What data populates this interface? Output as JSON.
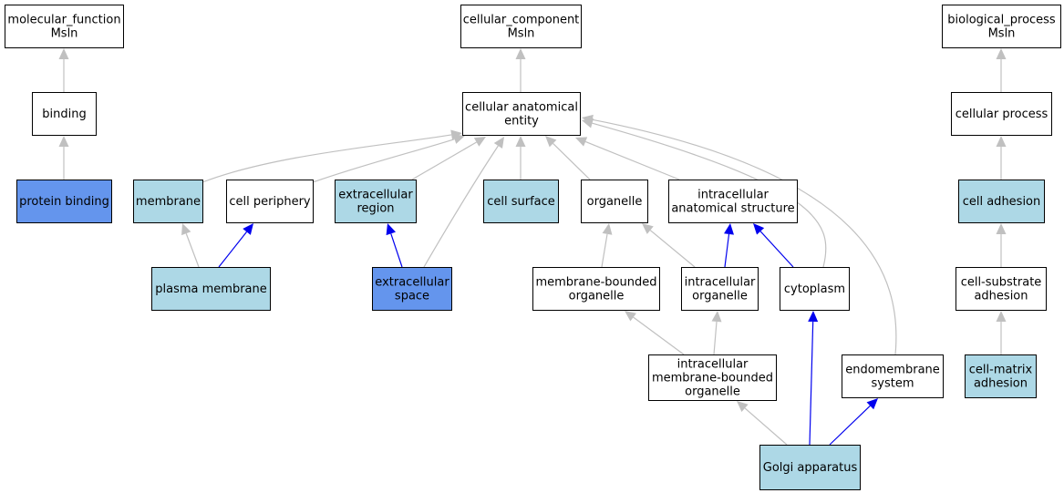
{
  "colors": {
    "white": "#ffffff",
    "light_blue": "#add8e6",
    "cornflower_blue": "#6495ed",
    "gray_edge": "#c0c0c0",
    "blue_edge": "#0000ee"
  },
  "nodes": [
    {
      "id": "molecular_function",
      "lines": [
        "molecular_function",
        "Msln"
      ],
      "fill": "white"
    },
    {
      "id": "binding",
      "lines": [
        "binding"
      ],
      "fill": "white"
    },
    {
      "id": "protein_binding",
      "lines": [
        "protein binding"
      ],
      "fill": "cornflower_blue"
    },
    {
      "id": "cellular_component",
      "lines": [
        "cellular_component",
        "Msln"
      ],
      "fill": "white"
    },
    {
      "id": "cellular_anatomical_entity",
      "lines": [
        "cellular anatomical",
        "entity"
      ],
      "fill": "white"
    },
    {
      "id": "membrane",
      "lines": [
        "membrane"
      ],
      "fill": "light_blue"
    },
    {
      "id": "cell_periphery",
      "lines": [
        "cell periphery"
      ],
      "fill": "white"
    },
    {
      "id": "extracellular_region",
      "lines": [
        "extracellular",
        "region"
      ],
      "fill": "light_blue"
    },
    {
      "id": "cell_surface",
      "lines": [
        "cell surface"
      ],
      "fill": "light_blue"
    },
    {
      "id": "organelle",
      "lines": [
        "organelle"
      ],
      "fill": "white"
    },
    {
      "id": "intracellular_anatomical_structure",
      "lines": [
        "intracellular",
        "anatomical structure"
      ],
      "fill": "white"
    },
    {
      "id": "plasma_membrane",
      "lines": [
        "plasma membrane"
      ],
      "fill": "light_blue"
    },
    {
      "id": "extracellular_space",
      "lines": [
        "extracellular",
        "space"
      ],
      "fill": "cornflower_blue"
    },
    {
      "id": "membrane_bounded_organelle",
      "lines": [
        "membrane-bounded",
        "organelle"
      ],
      "fill": "white"
    },
    {
      "id": "intracellular_organelle",
      "lines": [
        "intracellular",
        "organelle"
      ],
      "fill": "white"
    },
    {
      "id": "cytoplasm",
      "lines": [
        "cytoplasm"
      ],
      "fill": "white"
    },
    {
      "id": "intracellular_membrane_bounded_organelle",
      "lines": [
        "intracellular",
        "membrane-bounded",
        "organelle"
      ],
      "fill": "white"
    },
    {
      "id": "endomembrane_system",
      "lines": [
        "endomembrane",
        "system"
      ],
      "fill": "white"
    },
    {
      "id": "golgi_apparatus",
      "lines": [
        "Golgi apparatus"
      ],
      "fill": "light_blue"
    },
    {
      "id": "biological_process",
      "lines": [
        "biological_process",
        "Msln"
      ],
      "fill": "white"
    },
    {
      "id": "cellular_process",
      "lines": [
        "cellular process"
      ],
      "fill": "white"
    },
    {
      "id": "cell_adhesion",
      "lines": [
        "cell adhesion"
      ],
      "fill": "light_blue"
    },
    {
      "id": "cell_substrate_adhesion",
      "lines": [
        "cell-substrate",
        "adhesion"
      ],
      "fill": "white"
    },
    {
      "id": "cell_matrix_adhesion",
      "lines": [
        "cell-matrix",
        "adhesion"
      ],
      "fill": "light_blue"
    }
  ],
  "edges": [
    {
      "from": "binding",
      "to": "molecular_function",
      "color": "gray_edge"
    },
    {
      "from": "protein_binding",
      "to": "binding",
      "color": "gray_edge"
    },
    {
      "from": "cellular_anatomical_entity",
      "to": "cellular_component",
      "color": "gray_edge"
    },
    {
      "from": "membrane",
      "to": "cellular_anatomical_entity",
      "color": "gray_edge"
    },
    {
      "from": "cell_periphery",
      "to": "cellular_anatomical_entity",
      "color": "gray_edge"
    },
    {
      "from": "extracellular_region",
      "to": "cellular_anatomical_entity",
      "color": "gray_edge"
    },
    {
      "from": "extracellular_space",
      "to": "cellular_anatomical_entity",
      "color": "gray_edge"
    },
    {
      "from": "cell_surface",
      "to": "cellular_anatomical_entity",
      "color": "gray_edge"
    },
    {
      "from": "organelle",
      "to": "cellular_anatomical_entity",
      "color": "gray_edge"
    },
    {
      "from": "intracellular_anatomical_structure",
      "to": "cellular_anatomical_entity",
      "color": "gray_edge"
    },
    {
      "from": "cytoplasm",
      "to": "cellular_anatomical_entity",
      "color": "gray_edge"
    },
    {
      "from": "endomembrane_system",
      "to": "cellular_anatomical_entity",
      "color": "gray_edge"
    },
    {
      "from": "plasma_membrane",
      "to": "membrane",
      "color": "gray_edge"
    },
    {
      "from": "plasma_membrane",
      "to": "cell_periphery",
      "color": "blue_edge"
    },
    {
      "from": "extracellular_space",
      "to": "extracellular_region",
      "color": "blue_edge"
    },
    {
      "from": "membrane_bounded_organelle",
      "to": "organelle",
      "color": "gray_edge"
    },
    {
      "from": "intracellular_organelle",
      "to": "organelle",
      "color": "gray_edge"
    },
    {
      "from": "intracellular_organelle",
      "to": "intracellular_anatomical_structure",
      "color": "blue_edge"
    },
    {
      "from": "cytoplasm",
      "to": "intracellular_anatomical_structure",
      "color": "blue_edge"
    },
    {
      "from": "intracellular_membrane_bounded_organelle",
      "to": "membrane_bounded_organelle",
      "color": "gray_edge"
    },
    {
      "from": "intracellular_membrane_bounded_organelle",
      "to": "intracellular_organelle",
      "color": "gray_edge"
    },
    {
      "from": "golgi_apparatus",
      "to": "intracellular_membrane_bounded_organelle",
      "color": "gray_edge"
    },
    {
      "from": "golgi_apparatus",
      "to": "cytoplasm",
      "color": "blue_edge"
    },
    {
      "from": "golgi_apparatus",
      "to": "endomembrane_system",
      "color": "blue_edge"
    },
    {
      "from": "cellular_process",
      "to": "biological_process",
      "color": "gray_edge"
    },
    {
      "from": "cell_adhesion",
      "to": "cellular_process",
      "color": "gray_edge"
    },
    {
      "from": "cell_substrate_adhesion",
      "to": "cell_adhesion",
      "color": "gray_edge"
    },
    {
      "from": "cell_matrix_adhesion",
      "to": "cell_substrate_adhesion",
      "color": "gray_edge"
    }
  ]
}
